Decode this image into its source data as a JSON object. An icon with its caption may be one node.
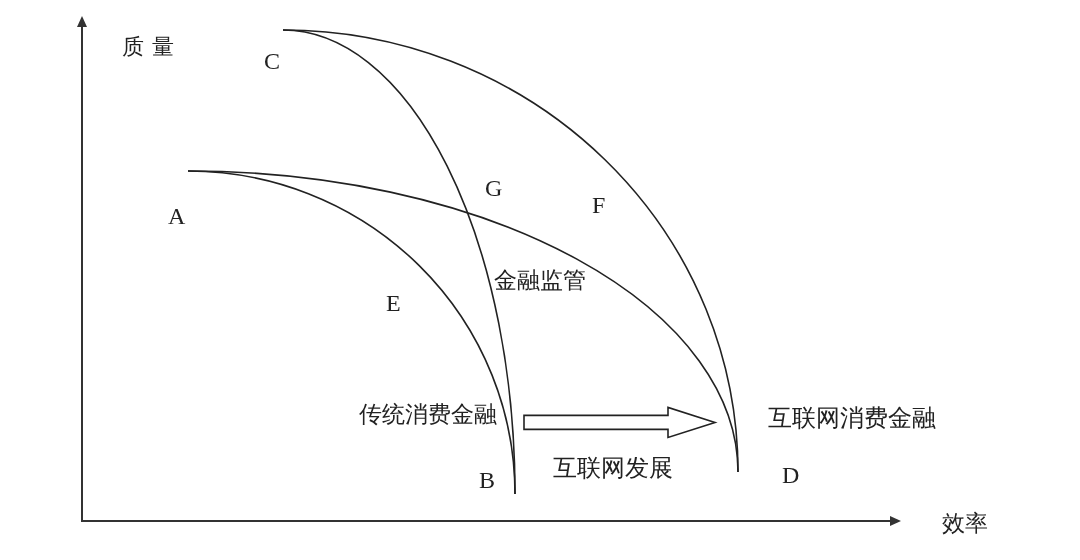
{
  "diagram": {
    "nodes": [
      {
        "text": [
          "传统消费金融"
        ]
      },
      {
        "text": [
          "互联网消费金融"
        ]
      }
    ],
    "edges": [
      {
        "from": 0,
        "to": 1,
        "arrow": "to",
        "label": "互联网发展",
        "style": "thick"
      }
    ],
    "labels": [
      "质量",
      "C",
      "G",
      "F",
      "A",
      "金融监管",
      "E",
      "B",
      "D",
      "效率"
    ]
  }
}
